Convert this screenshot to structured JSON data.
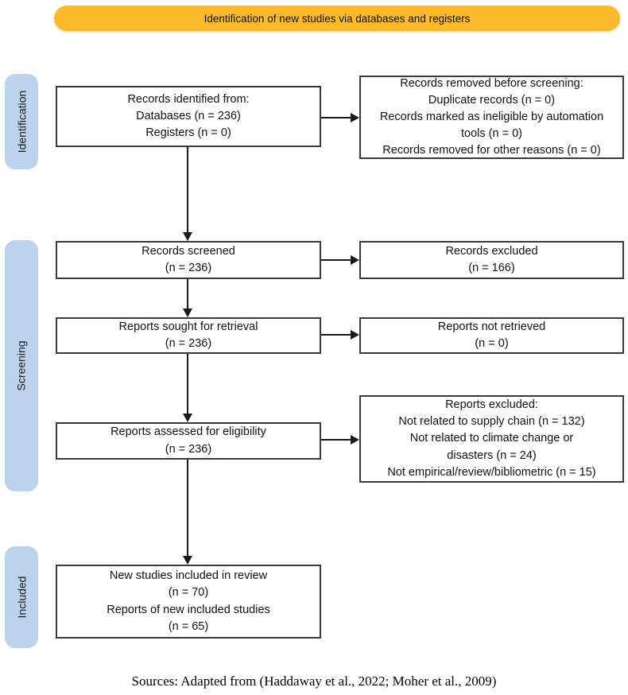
{
  "banner": {
    "label": "Identification of new studies via databases and registers"
  },
  "colors": {
    "banner_bg": "#FBBA2C",
    "stage_bg": "#BCD3EE",
    "box_border": "#3a3a3a",
    "arrow": "#1a1a1a",
    "text": "#111111"
  },
  "stages": {
    "identification": {
      "label": "Identification"
    },
    "screening": {
      "label": "Screening"
    },
    "included": {
      "label": "Included"
    }
  },
  "boxes": {
    "records_identified": {
      "lines": [
        "Records identified from:",
        "Databases (n = 236)",
        "Registers (n = 0)"
      ]
    },
    "records_removed": {
      "lines": [
        "Records removed before screening:",
        "Duplicate records (n = 0)",
        "Records marked as ineligible by automation",
        "tools (n = 0)",
        "Records removed for other reasons (n = 0)"
      ]
    },
    "records_screened": {
      "lines": [
        "Records screened",
        "(n = 236)"
      ]
    },
    "records_excluded": {
      "lines": [
        "Records excluded",
        "(n = 166)"
      ]
    },
    "reports_sought": {
      "lines": [
        "Reports sought for retrieval",
        "(n = 236)"
      ]
    },
    "reports_not_retrieved": {
      "lines": [
        "Reports not retrieved",
        "(n = 0)"
      ]
    },
    "reports_assessed": {
      "lines": [
        "Reports assessed for eligibility",
        "(n = 236)"
      ]
    },
    "reports_excluded": {
      "lines": [
        "Reports excluded:",
        "Not related to supply chain (n = 132)",
        "Not related to climate change or",
        "disasters (n = 24)",
        "Not empirical/review/bibliometric (n = 15)"
      ]
    },
    "new_studies": {
      "lines": [
        "New studies included in review",
        "(n = 70)",
        "Reports of new included studies",
        "(n = 65)"
      ]
    }
  },
  "footer": {
    "text": "Sources: Adapted from  (Haddaway et al., 2022; Moher et al., 2009)"
  }
}
